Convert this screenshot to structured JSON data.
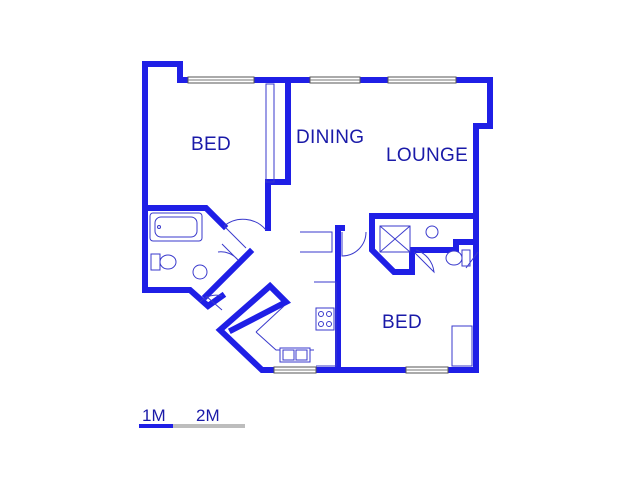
{
  "floor_plan": {
    "rooms": {
      "bed_1": "BED",
      "dining": "DINING",
      "lounge": "LOUNGE",
      "bed_2": "BED"
    },
    "scale_bar": {
      "label_1": "1M",
      "label_2": "2M"
    }
  },
  "colors": {
    "wall": "#1f1fe6",
    "text": "#1a1aa8",
    "scale_gray": "#bdbdbd"
  }
}
